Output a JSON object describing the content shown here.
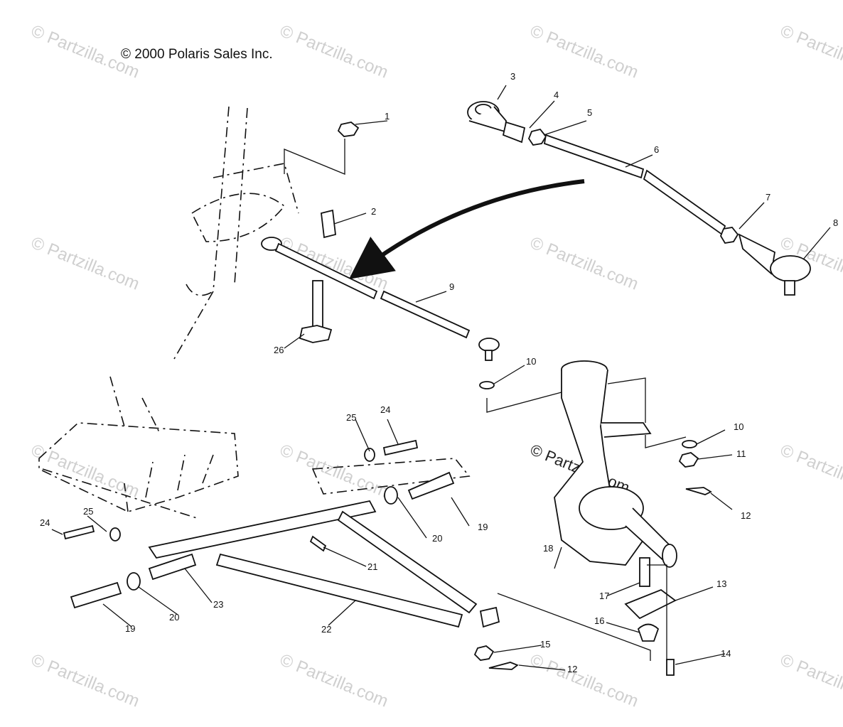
{
  "copyright": "© 2000 Polaris Sales Inc.",
  "watermark": "© Partzilla.com",
  "parts": [
    {
      "id": "1",
      "label": "1"
    },
    {
      "id": "2",
      "label": "2"
    },
    {
      "id": "3",
      "label": "3"
    },
    {
      "id": "4",
      "label": "4"
    },
    {
      "id": "5",
      "label": "5"
    },
    {
      "id": "6",
      "label": "6"
    },
    {
      "id": "7",
      "label": "7"
    },
    {
      "id": "8",
      "label": "8"
    },
    {
      "id": "9",
      "label": "9"
    },
    {
      "id": "10a",
      "label": "10"
    },
    {
      "id": "10b",
      "label": "10"
    },
    {
      "id": "11",
      "label": "11"
    },
    {
      "id": "12a",
      "label": "12"
    },
    {
      "id": "12b",
      "label": "12"
    },
    {
      "id": "13",
      "label": "13"
    },
    {
      "id": "14",
      "label": "14"
    },
    {
      "id": "15",
      "label": "15"
    },
    {
      "id": "16",
      "label": "16"
    },
    {
      "id": "17",
      "label": "17"
    },
    {
      "id": "18",
      "label": "18"
    },
    {
      "id": "19a",
      "label": "19"
    },
    {
      "id": "19b",
      "label": "19"
    },
    {
      "id": "20a",
      "label": "20"
    },
    {
      "id": "20b",
      "label": "20"
    },
    {
      "id": "21",
      "label": "21"
    },
    {
      "id": "22",
      "label": "22"
    },
    {
      "id": "23",
      "label": "23"
    },
    {
      "id": "24a",
      "label": "24"
    },
    {
      "id": "24b",
      "label": "24"
    },
    {
      "id": "25a",
      "label": "25"
    },
    {
      "id": "25b",
      "label": "25"
    },
    {
      "id": "26",
      "label": "26"
    }
  ]
}
